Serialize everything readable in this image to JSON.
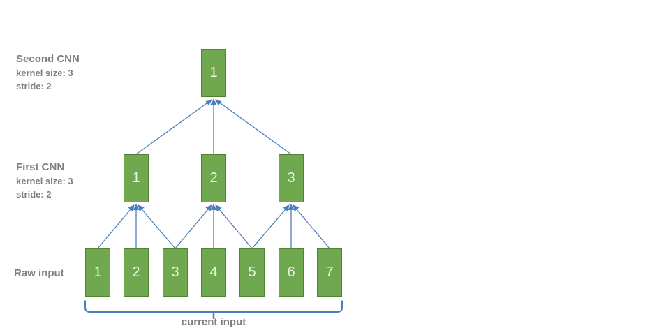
{
  "colors": {
    "node_fill": "#6fa84f",
    "node_border": "#548235",
    "node_text": "#eef3e7",
    "connector_blue": "#4a7ebc",
    "label_gray": "#7f7f7f",
    "background": "#ffffff"
  },
  "layers": {
    "second_cnn": {
      "title": "Second CNN",
      "kernel": "kernel size: 3",
      "stride": "stride: 2",
      "nodes": [
        "1"
      ]
    },
    "first_cnn": {
      "title": "First CNN",
      "kernel": "kernel size: 3",
      "stride": "stride: 2",
      "nodes": [
        "1",
        "2",
        "3"
      ]
    },
    "raw_input": {
      "title": "Raw input",
      "nodes": [
        "1",
        "2",
        "3",
        "4",
        "5",
        "6",
        "7"
      ]
    }
  },
  "bracket": {
    "label": "current input"
  },
  "connections": {
    "first_to_second": [
      {
        "from": "first-cnn-1",
        "to": "second-cnn-1"
      },
      {
        "from": "first-cnn-2",
        "to": "second-cnn-1"
      },
      {
        "from": "first-cnn-3",
        "to": "second-cnn-1"
      }
    ],
    "raw_to_first": [
      {
        "from": "raw-1",
        "to": "first-cnn-1"
      },
      {
        "from": "raw-2",
        "to": "first-cnn-1"
      },
      {
        "from": "raw-3",
        "to": "first-cnn-1"
      },
      {
        "from": "raw-3",
        "to": "first-cnn-2"
      },
      {
        "from": "raw-4",
        "to": "first-cnn-2"
      },
      {
        "from": "raw-5",
        "to": "first-cnn-2"
      },
      {
        "from": "raw-5",
        "to": "first-cnn-3"
      },
      {
        "from": "raw-6",
        "to": "first-cnn-3"
      },
      {
        "from": "raw-7",
        "to": "first-cnn-3"
      }
    ]
  }
}
